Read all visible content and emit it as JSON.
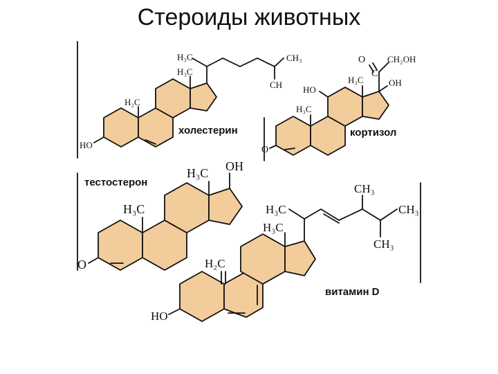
{
  "title": "Стероиды животных",
  "molecules": {
    "cholesterol": {
      "name": "холестерин",
      "atoms": {
        "methyl_side": "H₃C",
        "methyl_c18": "H₃C",
        "methyl_c19": "H₂C",
        "chain_ch3": "CH₃",
        "chain_ch": "CH",
        "hydroxyl": "HO"
      }
    },
    "cortisol": {
      "name": "кортизол",
      "atoms": {
        "carbonyl_o": "O",
        "carbonyl_c": "C",
        "ch2oh": "CH₂OH",
        "oh_17": "OH",
        "methyl_c18": "H₃C",
        "ho_11": "HO",
        "methyl_c19": "H₃C",
        "ketone_o": "O"
      }
    },
    "testosterone": {
      "name": "тестостерон",
      "atoms": {
        "methyl_c18": "H₃C",
        "oh_17": "OH",
        "methyl_c19": "H₃C",
        "ketone_o": "O"
      }
    },
    "vitamin_d": {
      "name": "витамин D",
      "atoms": {
        "methyl_top": "CH₃",
        "methyl_side": "H₃C",
        "methyl_right": "CH₃",
        "methyl_c18": "H₃C",
        "methyl_bottom": "CH₃",
        "methylene": "H₂C",
        "hydroxyl": "HO"
      }
    }
  }
}
